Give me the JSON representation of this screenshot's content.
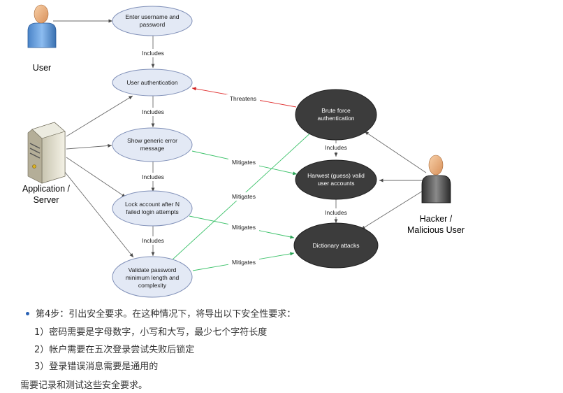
{
  "diagram": {
    "actors": {
      "user": "User",
      "server": [
        "Application /",
        "Server"
      ],
      "hacker": [
        "Hacker /",
        "Malicious User"
      ]
    },
    "use_cases": {
      "enter_credentials": [
        "Enter username and",
        "password"
      ],
      "user_authentication": [
        "User authentication"
      ],
      "show_generic_error": [
        "Show generic error",
        "message"
      ],
      "lock_account": [
        "Lock account after N",
        "failed login attempts"
      ],
      "validate_password": [
        "Validate password",
        "minimum length and",
        "complexity"
      ],
      "brute_force": [
        "Brute force",
        "authentication"
      ],
      "harvest_accounts": [
        "Harwest (guess) valid",
        "user accounts"
      ],
      "dictionary_attacks": [
        "Dictionary attacks"
      ]
    },
    "relations": {
      "includes": "Includes",
      "threatens": "Threatens",
      "mitigates": "Mitigates"
    }
  },
  "notes": {
    "step": "第4步：引出安全要求。在这种情况下，将导出以下安全性要求：",
    "requirements": [
      "1）密码需要是字母数字，小写和大写，最少七个字符长度",
      "2）帐户需要在五次登录尝试失败后锁定",
      "3）登录错误消息需要是通用的"
    ],
    "closing": "需要记录和测试这些安全要求。"
  },
  "colors": {
    "use_case_fill": "#e3e9f5",
    "threat_fill": "#3c3c3c",
    "mitigates_edge": "#3cc26a",
    "threatens_edge": "#e03030",
    "bullet": "#2a62b5"
  },
  "icons": [
    "user-person-icon",
    "server-tower-icon",
    "hacker-person-icon"
  ]
}
